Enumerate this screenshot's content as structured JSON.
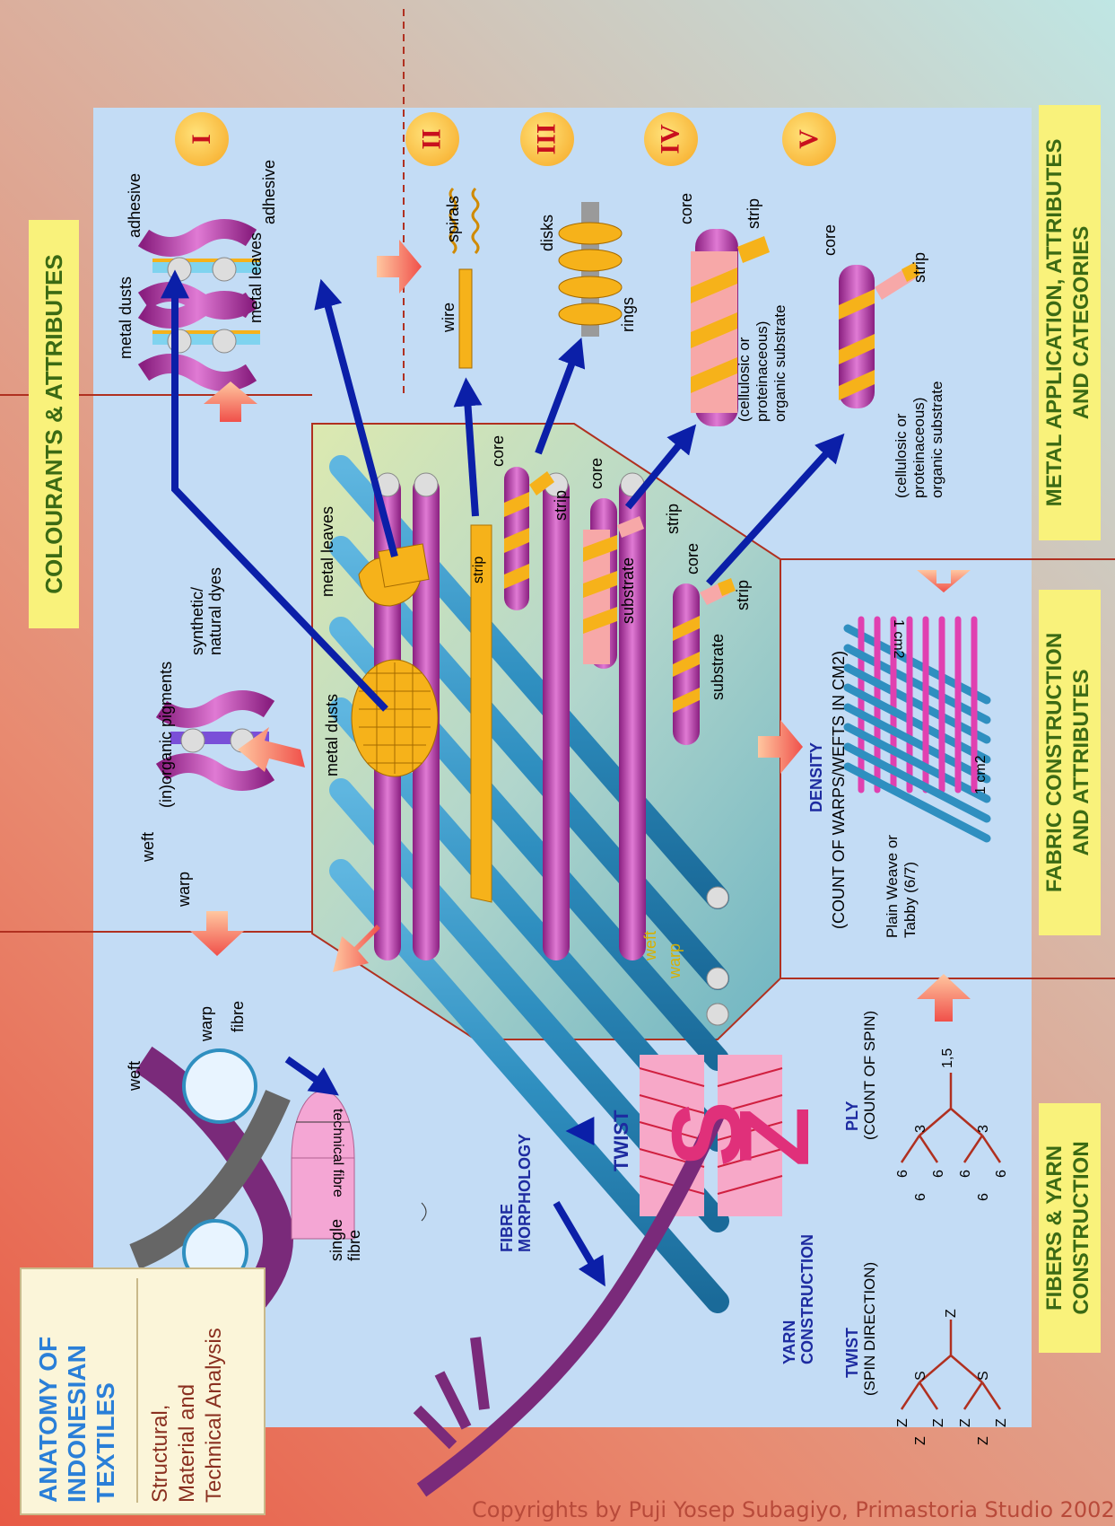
{
  "title": {
    "main": [
      "ANATOMY OF",
      "INDONESIAN",
      "TEXTILES"
    ],
    "subtitle": [
      "Structural,",
      "Material and",
      "Technical Analysis"
    ]
  },
  "sections": {
    "colourants": "COLOURANTS & ATTRIBUTES",
    "metal_top": "METAL APPLICATION, ATTRIBUTES",
    "metal_bottom": "AND CATEGORIES",
    "fabric_top": "FABRIC CONSTRUCTION",
    "fabric_bottom": "AND ATTRIBUTES",
    "fibers_top": "FIBERS & YARN",
    "fibers_bottom": "CONSTRUCTION"
  },
  "categories": [
    "I",
    "II",
    "III",
    "IV",
    "V"
  ],
  "labels": {
    "metal_dusts": "metal dusts",
    "adhesive": "adhesive",
    "metal_leaves": "metal leaves",
    "wire": "wire",
    "spirals": "spirals",
    "disks": "disks",
    "rings": "rings",
    "core": "core",
    "strip": "strip",
    "substrate": "substrate",
    "cellulosic": [
      "(cellulosic or",
      "proteinaceous)",
      "organic substrate"
    ],
    "weft": "weft",
    "warp": "warp",
    "fibre": "fibre",
    "inorganic_pigments": "(in)organic pigments",
    "synthetic_dyes": [
      "synthetic/",
      "natural dyes"
    ],
    "technical_fibre": "technical fibre",
    "single_fibre": [
      "single",
      "fibre"
    ],
    "fibre_morphology": [
      "FIBRE",
      "MORPHOLOGY"
    ],
    "twist": "TWIST",
    "s": "S",
    "z": "Z",
    "yarn_construction": [
      "YARN",
      "CONSTRUCTION"
    ],
    "density": "DENSITY",
    "density_sub": "(COUNT OF WARPS/WEFTS IN CM2)",
    "plain_weave": [
      "Plain Weave or",
      "Tabby (6/7)"
    ],
    "one_cm2": "1 cm2",
    "ply": "PLY",
    "ply_sub": "(COUNT OF SPIN)",
    "twist2": "TWIST",
    "twist2_sub": "(SPIN DIRECTION)",
    "ply_numbers": [
      "1,5",
      "3",
      "3",
      "6",
      "6",
      "6",
      "6",
      "6",
      "6"
    ],
    "spin_letters": [
      "Z",
      "S",
      "S",
      "Z",
      "Z",
      "Z",
      "Z",
      "Z",
      "Z"
    ]
  },
  "copyright": "Copyrights by Puji Yosep Subagiyo, Primastoria Studio 2002.",
  "colors": {
    "panel": "#c3dcf5",
    "badge": "#f9f27b",
    "badge_text": "#3b6a14",
    "warp_blue": "#2f8fc0",
    "weft_magenta": "#b83aa8",
    "metal_gold": "#f6b21a",
    "arrow_blue": "#0b1fa8",
    "divider": "#b03020"
  }
}
